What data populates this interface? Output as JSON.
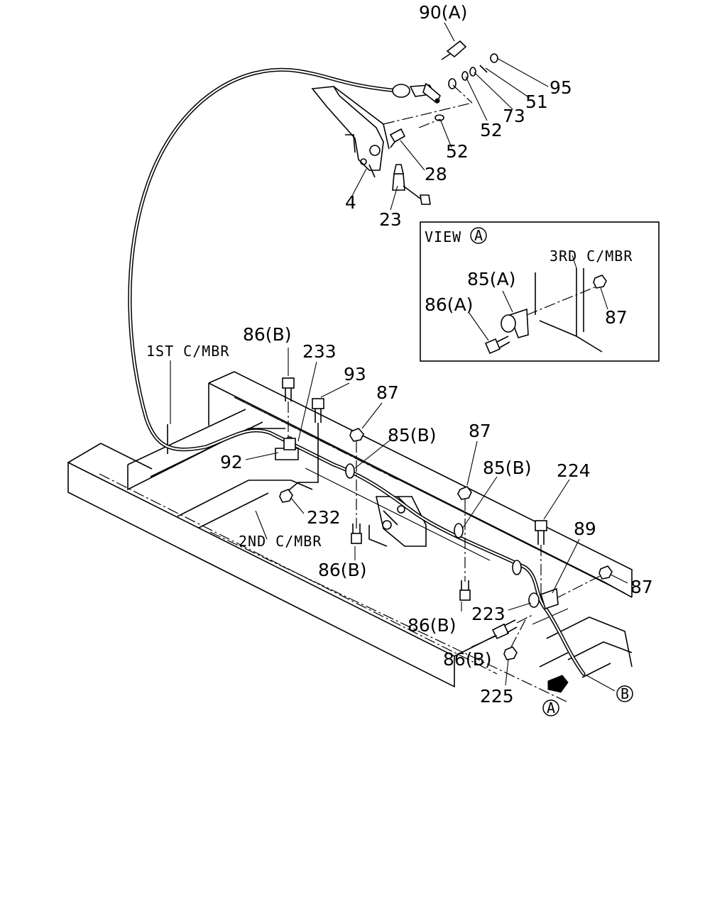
{
  "labels": {
    "90A": "90(A)",
    "95": "95",
    "51": "51",
    "73": "73",
    "52a": "52",
    "52b": "52",
    "28": "28",
    "4": "4",
    "23": "23",
    "1st_cmbr": "1ST C/MBR",
    "2nd_cmbr": "2ND C/MBR",
    "86B_1": "86(B)",
    "233": "233",
    "93": "93",
    "87_1": "87",
    "85B_1": "85(B)",
    "87_2": "87",
    "85B_2": "85(B)",
    "224": "224",
    "92": "92",
    "232": "232",
    "86B_2": "86(B)",
    "89": "89",
    "87_3": "87",
    "86B_3": "86(B)",
    "223": "223",
    "86B_4": "86(B)",
    "225": "225",
    "A_marker": "A",
    "B_marker": "B"
  },
  "view_a": {
    "title": "VIEW",
    "title_circle": "A",
    "3rd_cmbr": "3RD C/MBR",
    "85A": "85(A)",
    "86A": "86(A)",
    "87": "87"
  }
}
